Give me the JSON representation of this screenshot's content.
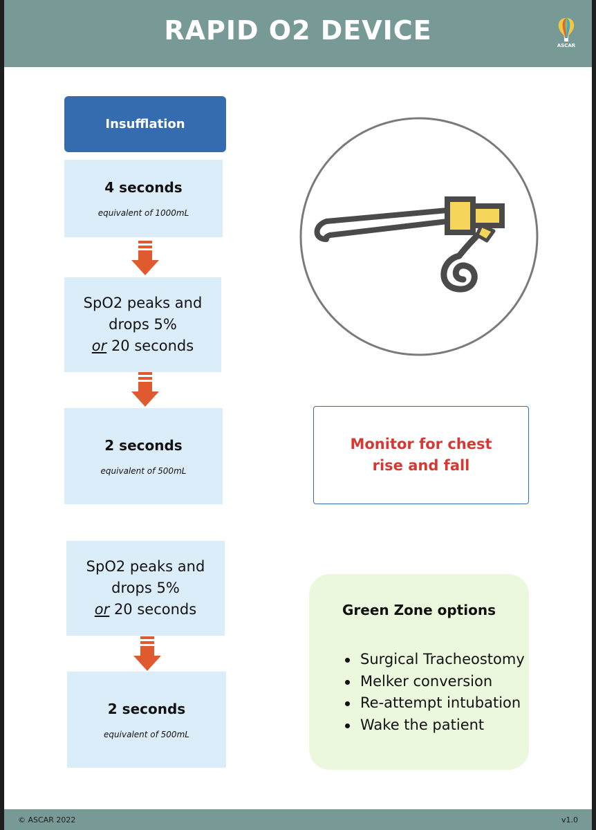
{
  "header": {
    "title": "RAPID O2 DEVICE",
    "logo_text": "ASCAR"
  },
  "flow": {
    "start_label": "Insufflation",
    "step1": {
      "title": "4 seconds",
      "subtitle": "equivalent of 1000mL"
    },
    "step2": {
      "line1": "SpO2 peaks and",
      "line2": "drops 5%",
      "or": "or",
      "line3_rest": " 20 seconds"
    },
    "step3": {
      "title": "2 seconds",
      "subtitle": "equivalent of 500mL"
    },
    "step4": {
      "line1": "SpO2 peaks and",
      "line2": "drops 5%",
      "or": "or",
      "line3_rest": " 20 seconds"
    },
    "step5": {
      "title": "2 seconds",
      "subtitle": "equivalent of 500mL"
    }
  },
  "monitor": {
    "text": "Monitor for chest rise and fall"
  },
  "green_zone": {
    "title": "Green Zone options",
    "items": [
      "Surgical Tracheostomy",
      "Melker conversion",
      "Re-attempt intubation",
      "Wake the patient"
    ]
  },
  "footer": {
    "copyright": "© ASCAR 2022",
    "version": "v1.0"
  },
  "colors": {
    "header_bg": "#789a96",
    "button_blue": "#356cb0",
    "step_bg": "#dcedfa",
    "arrow_orange": "#e05a30",
    "monitor_red": "#d43a32",
    "green_zone_bg": "#ebf8de",
    "device_yellow": "#f5d55a"
  }
}
